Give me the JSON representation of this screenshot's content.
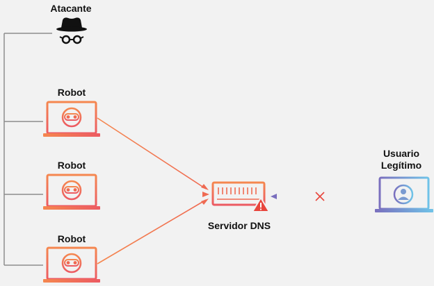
{
  "nodes": {
    "attacker": {
      "label": "Atacante"
    },
    "robots": [
      {
        "label": "Robot"
      },
      {
        "label": "Robot"
      },
      {
        "label": "Robot"
      }
    ],
    "dns": {
      "label": "Servidor DNS"
    },
    "user": {
      "label_line1": "Usuario",
      "label_line2": "Legítimo"
    }
  },
  "edges": {
    "robot_to_dns": {
      "color_start": "#f5874f",
      "color_end": "#ef6a52",
      "count": 3
    },
    "user_to_dns": {
      "color_start": "#7a6fbe",
      "color_end": "#6fc3e8",
      "blocked": true,
      "block_icon": "x-mark-icon"
    },
    "control_bus": {
      "color": "#8c8c8c"
    }
  },
  "colors": {
    "robot_gradient_top": "#f5874f",
    "robot_gradient_bottom": "#ec5a62",
    "user_gradient_left": "#7a6fbe",
    "user_gradient_right": "#6fc3e8",
    "warning": "#e8453c",
    "attacker": "#111111"
  },
  "icons": {
    "attacker": "spy-hat-icon",
    "robot": "laptop-robot-icon",
    "dns": "server-rack-icon",
    "warning": "warning-triangle-icon",
    "user": "laptop-user-icon"
  }
}
